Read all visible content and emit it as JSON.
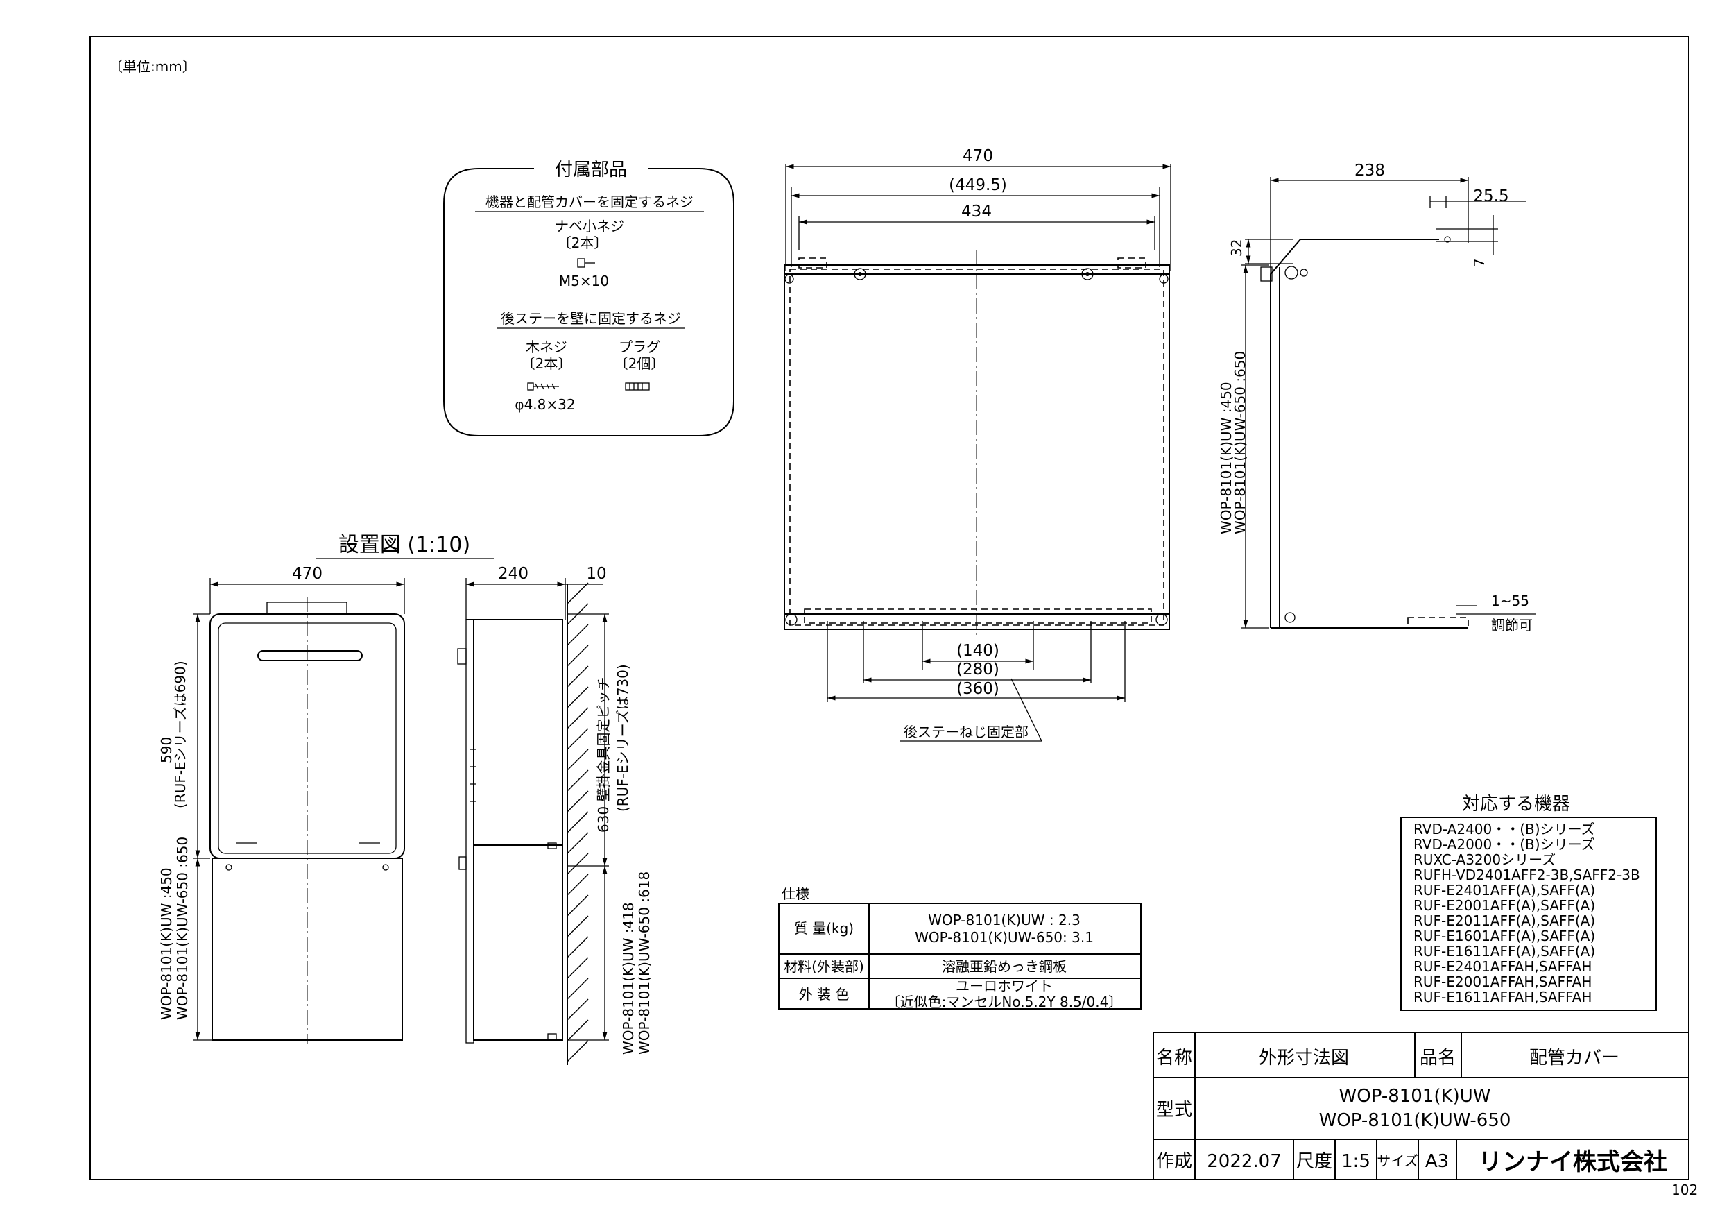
{
  "unit_note": "〔単位:mm〕",
  "accessories": {
    "title": "付属部品",
    "group1_title": "機器と配管カバーを固定するネジ",
    "screw_name": "ナベ小ネジ",
    "screw_qty": "〔2本〕",
    "screw_size": "M5×10",
    "group2_title": "後ステーを壁に固定するネジ",
    "wood_screw_name": "木ネジ",
    "wood_screw_qty": "〔2本〕",
    "wood_screw_size": "φ4.8×32",
    "plug_name": "プラグ",
    "plug_qty": "〔2個〕"
  },
  "install": {
    "title": "設置図 (1:10)",
    "width": "470",
    "depth": "240",
    "wall_gap": "10",
    "height_590": "590",
    "height_590_note": "(RUF-Eシリーズは690)",
    "pitch_label": "630 壁掛金具固定ピッチ",
    "pitch_note": "(RUF-Eシリーズは730)",
    "cover_models_left": "WOP-8101(K)UW :450\nWOP-8101(K)UW-650 :650",
    "cover_models_right": "WOP-8101(K)UW :418\nWOP-8101(K)UW-650 :618"
  },
  "front_view": {
    "dim_470": "470",
    "dim_449": "(449.5)",
    "dim_434": "434",
    "dim_140": "(140)",
    "dim_280": "(280)",
    "dim_360": "(360)",
    "rear_stay_label": "後ステーねじ固定部"
  },
  "side_view": {
    "dim_238": "238",
    "dim_25_5": "25.5",
    "dim_7": "7",
    "dim_32": "32",
    "model_line1": "WOP-8101(K)UW :450",
    "model_line2": "WOP-8101(K)UW-650 :650",
    "adjust_range": "1~55",
    "adjust_note": "調節可"
  },
  "compatible": {
    "title": "対応する機器",
    "models": [
      "RVD-A2400・・(B)シリーズ",
      "RVD-A2000・・(B)シリーズ",
      "RUXC-A3200シリーズ",
      "RUFH-VD2401AFF2-3B,SAFF2-3B",
      "RUF-E2401AFF(A),SAFF(A)",
      "RUF-E2001AFF(A),SAFF(A)",
      "RUF-E2011AFF(A),SAFF(A)",
      "RUF-E1601AFF(A),SAFF(A)",
      "RUF-E1611AFF(A),SAFF(A)",
      "RUF-E2401AFFAH,SAFFAH",
      "RUF-E2001AFFAH,SAFFAH",
      "RUF-E1611AFFAH,SAFFAH"
    ]
  },
  "specs": {
    "title": "仕様",
    "rows": [
      {
        "label": "質 量(kg)",
        "value1": "WOP-8101(K)UW : 2.3",
        "value2": "WOP-8101(K)UW-650: 3.1"
      },
      {
        "label": "材料(外装部)",
        "value1": "溶融亜鉛めっき鋼板",
        "value2": ""
      },
      {
        "label": "外 装 色",
        "value1": "ユーロホワイト",
        "value2": "〔近似色:マンセルNo.5.2Y 8.5/0.4〕"
      }
    ]
  },
  "title_block": {
    "name_label": "名称",
    "name_value": "外形寸法図",
    "product_label": "品名",
    "product_value": "配管カバー",
    "model_label": "型式",
    "model_value1": "WOP-8101(K)UW",
    "model_value2": "WOP-8101(K)UW-650",
    "created_label": "作成",
    "created_value": "2022.07",
    "scale_label": "尺度",
    "scale_value": "1:5",
    "size_label": "サイズ",
    "size_value": "A3",
    "company": "リンナイ株式会社"
  },
  "page_code": "102"
}
